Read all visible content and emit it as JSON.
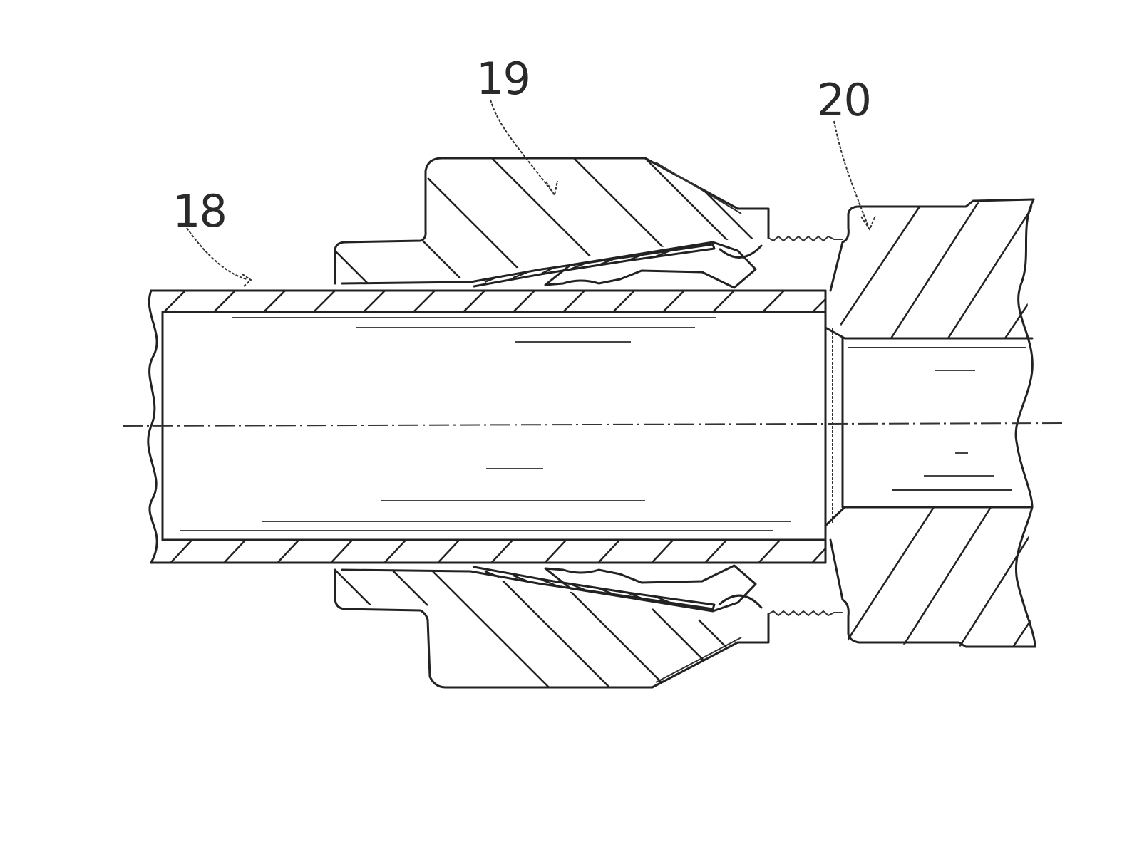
{
  "figure": {
    "labels": {
      "tube": "18",
      "nut": "19",
      "body": "20"
    }
  }
}
